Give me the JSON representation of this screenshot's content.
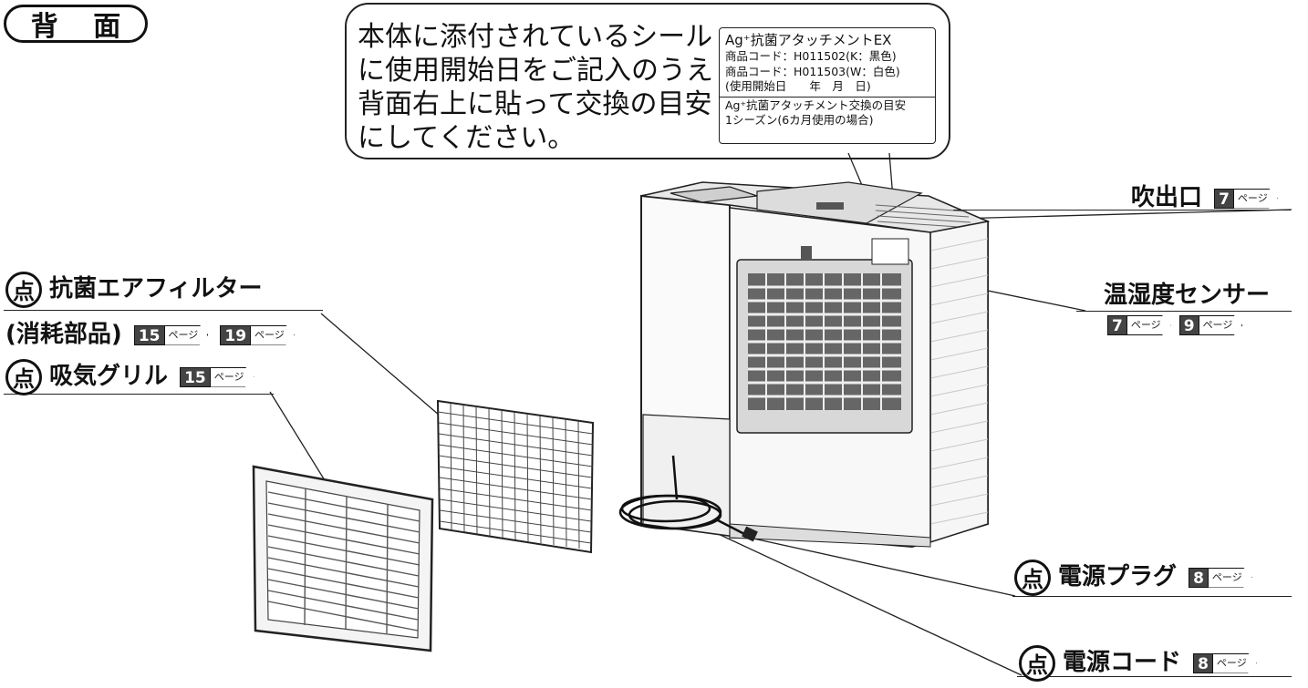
{
  "section_title": "背 面",
  "callout": {
    "lines": [
      "本体に添付されているシール",
      "に使用開始日をご記入のうえ",
      "背面右上に貼って交換の目安",
      "にしてください。"
    ],
    "seal": {
      "line1": "Ag⁺抗菌アタッチメントEX",
      "line2": "商品コード：H011502(K：黒色)",
      "line3": "商品コード：H011503(W：白色)",
      "line4": "(使用開始日　　年　月　日)",
      "line5": "Ag⁺抗菌アタッチメント交換の目安",
      "line6": "1シーズン(6カ月使用の場合)"
    }
  },
  "point_mark": "点",
  "page_suffix": "ページ",
  "labels": {
    "outlet": {
      "text": "吹出口",
      "pages": [
        "7"
      ]
    },
    "sensor": {
      "text": "温湿度センサー",
      "pages": [
        "7",
        "9"
      ]
    },
    "filter": {
      "text": "抗菌エアフィルター",
      "sub": "(消耗部品)",
      "pages": [
        "15",
        "19"
      ]
    },
    "grille": {
      "text": "吸気グリル",
      "pages": [
        "15"
      ]
    },
    "plug": {
      "text": "電源プラグ",
      "pages": [
        "8"
      ]
    },
    "cord": {
      "text": "電源コード",
      "pages": [
        "8"
      ]
    }
  },
  "colors": {
    "line": "#222222",
    "badge": "#444444",
    "body": "#f4f4f4",
    "filter": "#555555"
  }
}
